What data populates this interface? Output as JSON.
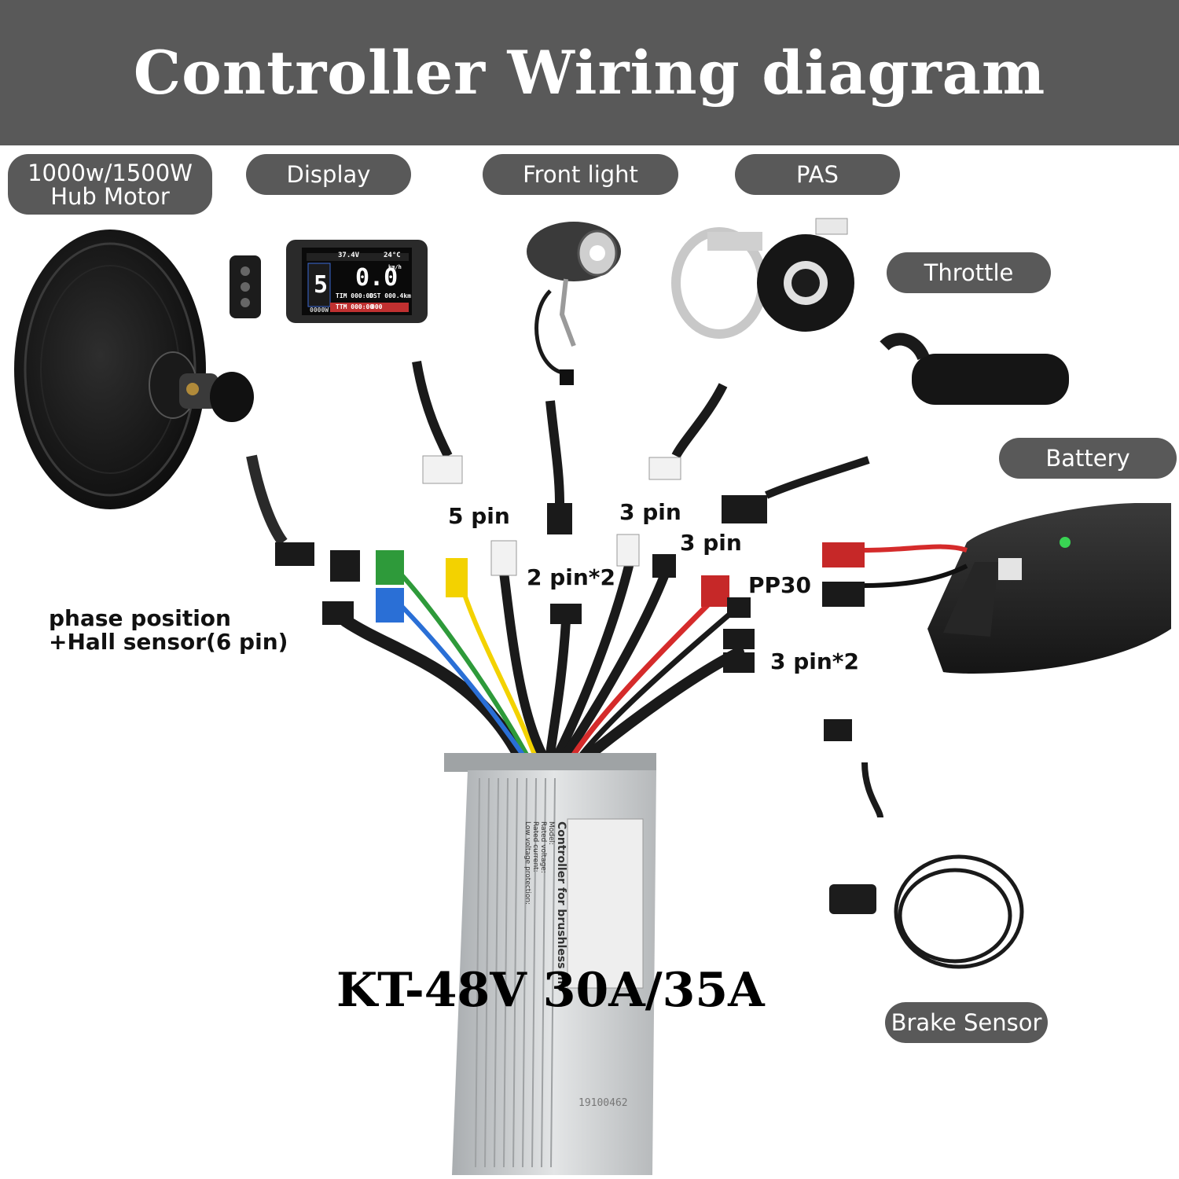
{
  "header": {
    "title": "Controller Wiring diagram"
  },
  "components": {
    "hub_motor": {
      "label_line1": "1000w/1500W",
      "label_line2": "Hub Motor"
    },
    "display": {
      "label": "Display"
    },
    "front_light": {
      "label": "Front light"
    },
    "pas": {
      "label": "PAS"
    },
    "throttle": {
      "label": "Throttle"
    },
    "battery": {
      "label": "Battery"
    },
    "brake_sensor": {
      "label": "Brake Sensor"
    }
  },
  "connectors": {
    "phase_line1": "phase position",
    "phase_line2": "+Hall sensor(6 pin)",
    "display_pin": "5 pin",
    "light_pin": "2 pin*2",
    "pas_pin": "3 pin",
    "throttle_pin": "3 pin",
    "battery_pin": "PP30",
    "brake_pin": "3 pin*2"
  },
  "controller": {
    "model": "KT-48V 30A/35A",
    "plate_title": "Controller for brushless mo",
    "plate_lines": [
      "Model:",
      "Rated voltage:",
      "Rated current:",
      "Low voltage protection:"
    ],
    "serial": "19100462"
  },
  "display_screen": {
    "battery_voltage": "37.4V",
    "temperature": "24°C",
    "level": "5",
    "speed": "0.0",
    "speed_unit": "km/h",
    "time": "TIM 000:00",
    "distance": "DST 000.4km",
    "total_time": "TTM 000:00",
    "odo": "000",
    "power": "0000W"
  },
  "colors": {
    "header_bg": "#595959",
    "pill_bg": "#595959",
    "wire_red": "#d52b2b",
    "wire_green": "#2e9a3a",
    "wire_blue": "#2a6fd6",
    "wire_yellow": "#f3d200",
    "housing_silver": "#c9cccd"
  }
}
